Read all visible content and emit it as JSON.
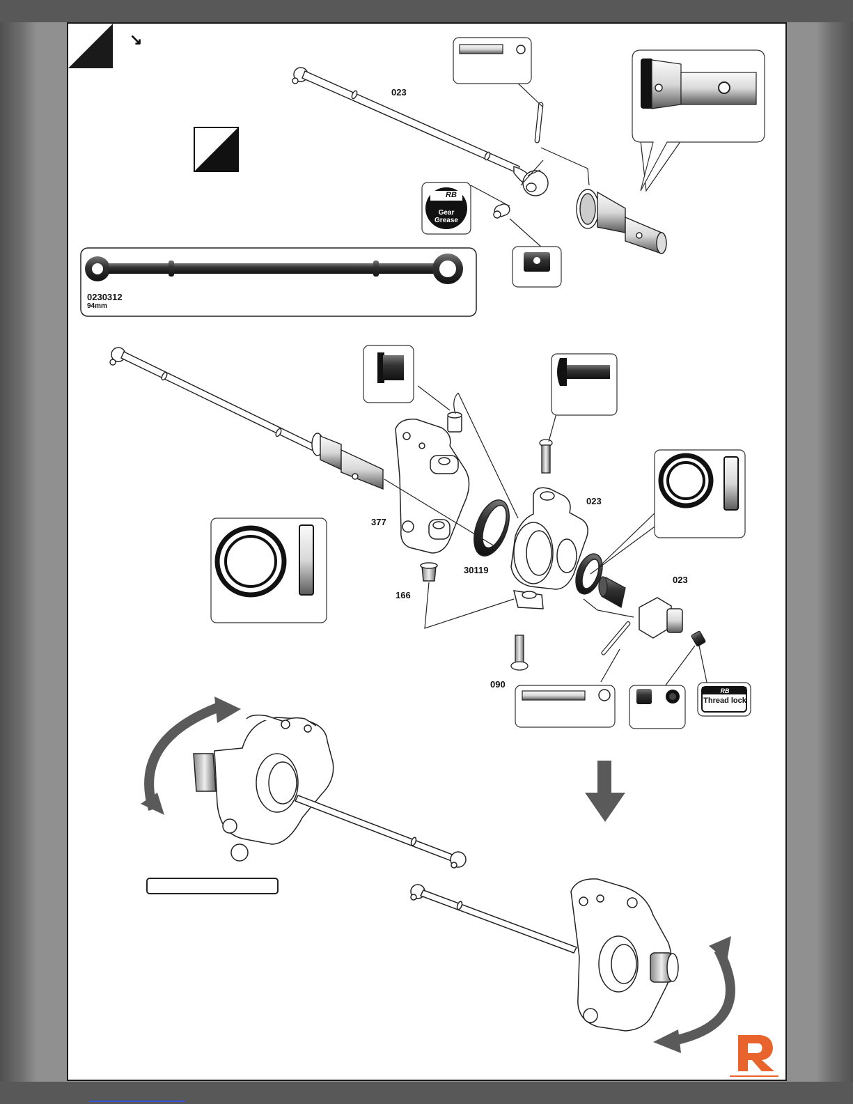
{
  "header": {
    "arrow_glyph": "↘"
  },
  "parts": {
    "driveshaft_top": "023",
    "driveshaft_detail": "0230312",
    "driveshaft_length": "94mm",
    "knuckle_left": "377",
    "bearing": "30119",
    "bushing": "166",
    "hub_carrier": "023",
    "axle_nut": "023",
    "screw": "090"
  },
  "labels": {
    "gear_grease_brand": "RB",
    "gear_grease": "Gear Grease",
    "thread_lock_brand": "RB",
    "thread_lock": "Thread lock"
  },
  "colors": {
    "frame": "#6e6e6e",
    "arrow_gray": "#5a5a5a",
    "logo_orange": "#e8642c"
  },
  "icons": {
    "step_corner": "step-corner-triangle-icon",
    "direction": "arrow-down-right-icon",
    "rotate": "curved-arrow-icon",
    "down": "arrow-down-icon",
    "logo": "brand-r-logo-icon"
  }
}
